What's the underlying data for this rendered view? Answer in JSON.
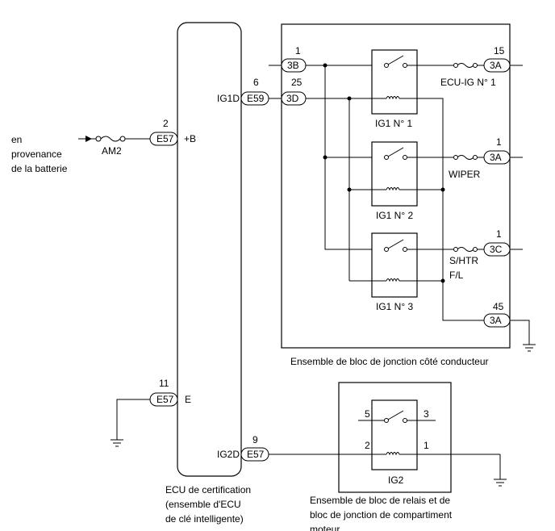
{
  "source": {
    "line1": "en",
    "line2": "provenance",
    "line3": "de la batterie",
    "fuse": "AM2"
  },
  "ecu": {
    "label_line1": "ECU de certification",
    "label_line2": "(ensemble d'ECU",
    "label_line3": "de clé intelligente)",
    "pins": [
      {
        "num": "2",
        "conn": "E57",
        "name": "+B"
      },
      {
        "num": "6",
        "conn": "E59",
        "name": "IG1D"
      },
      {
        "num": "11",
        "conn": "E57",
        "name": "E"
      },
      {
        "num": "9",
        "conn": "E57",
        "name": "IG2D"
      }
    ]
  },
  "jb": {
    "label": "Ensemble de bloc de jonction côté conducteur",
    "left_connectors": [
      {
        "num": "1",
        "conn": "3B"
      },
      {
        "num": "25",
        "conn": "3D"
      }
    ],
    "right_connectors": [
      {
        "num": "15",
        "conn": "3A",
        "fuse": "ECU-IG N° 1"
      },
      {
        "num": "1",
        "conn": "3A",
        "fuse": "WIPER"
      },
      {
        "num": "1",
        "conn": "3C",
        "fuse_line1": "S/HTR",
        "fuse_line2": "F/L"
      },
      {
        "num": "45",
        "conn": "3A"
      }
    ],
    "relays": [
      "IG1 N° 1",
      "IG1 N° 2",
      "IG1 N° 3"
    ]
  },
  "relay_block": {
    "label_line1": "Ensemble de bloc de relais et de",
    "label_line2": "bloc de jonction de compartiment",
    "label_line3": "moteur",
    "relay": "IG2",
    "pins": [
      "5",
      "3",
      "2",
      "1"
    ]
  }
}
